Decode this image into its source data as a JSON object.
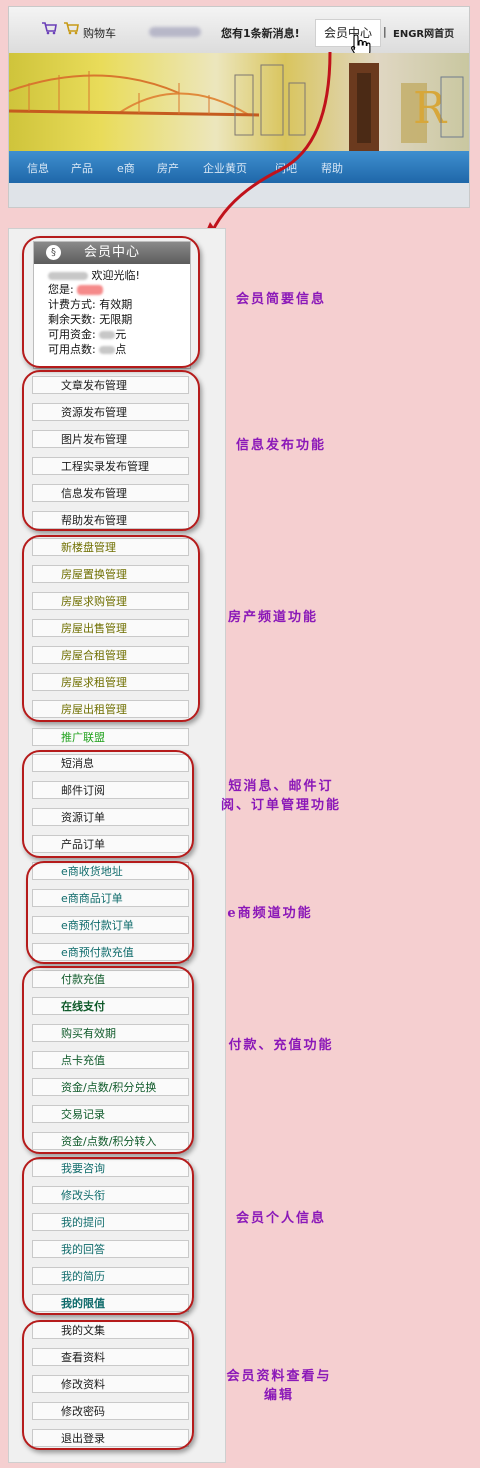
{
  "header": {
    "cart": "购物车",
    "message": "您有1条新消息!",
    "member_center": "会员中心",
    "separator": "|",
    "home": "ENGR网首页",
    "nav": [
      "信息",
      "产品",
      "e商",
      "房产",
      "企业黄页",
      "问吧",
      "帮助"
    ]
  },
  "card": {
    "title": "会员中心",
    "welcome": "欢迎光临!",
    "you_are": "您是:",
    "billing": "计费方式: 有效期",
    "days_left": "剩余天数: 无限期",
    "funds_label": "可用资金:",
    "funds_unit": "元",
    "points_label": "可用点数:",
    "points_unit": "点"
  },
  "groups": {
    "info": [
      "文章发布管理",
      "资源发布管理",
      "图片发布管理",
      "工程实录发布管理",
      "信息发布管理",
      "帮助发布管理"
    ],
    "house": [
      "新楼盘管理",
      "房屋置换管理",
      "房屋求购管理",
      "房屋出售管理",
      "房屋合租管理",
      "房屋求租管理",
      "房屋出租管理"
    ],
    "promo": "推广联盟",
    "msg": [
      "短消息",
      "邮件订阅",
      "资源订单",
      "产品订单"
    ],
    "ecom": [
      "e商收货地址",
      "e商商品订单",
      "e商预付款订单",
      "e商预付款充值"
    ],
    "pay": [
      "付款充值",
      "在线支付",
      "购买有效期",
      "点卡充值",
      "资金/点数/积分兑换",
      "交易记录",
      "资金/点数/积分转入"
    ],
    "personal": [
      "我要咨询",
      "修改头衔",
      "我的提问",
      "我的回答",
      "我的简历",
      "我的限值"
    ],
    "profile": [
      "我的文集",
      "查看资料",
      "修改资料",
      "修改密码",
      "退出登录"
    ]
  },
  "labels": {
    "summary": "会员简要信息",
    "info": "信息发布功能",
    "house": "房产频道功能",
    "msg": "短消息、邮件订阅、订单管理功能",
    "ecom": "e商频道功能",
    "pay": "付款、充值功能",
    "personal": "会员个人信息",
    "profile": "会员资料查看与编辑"
  }
}
